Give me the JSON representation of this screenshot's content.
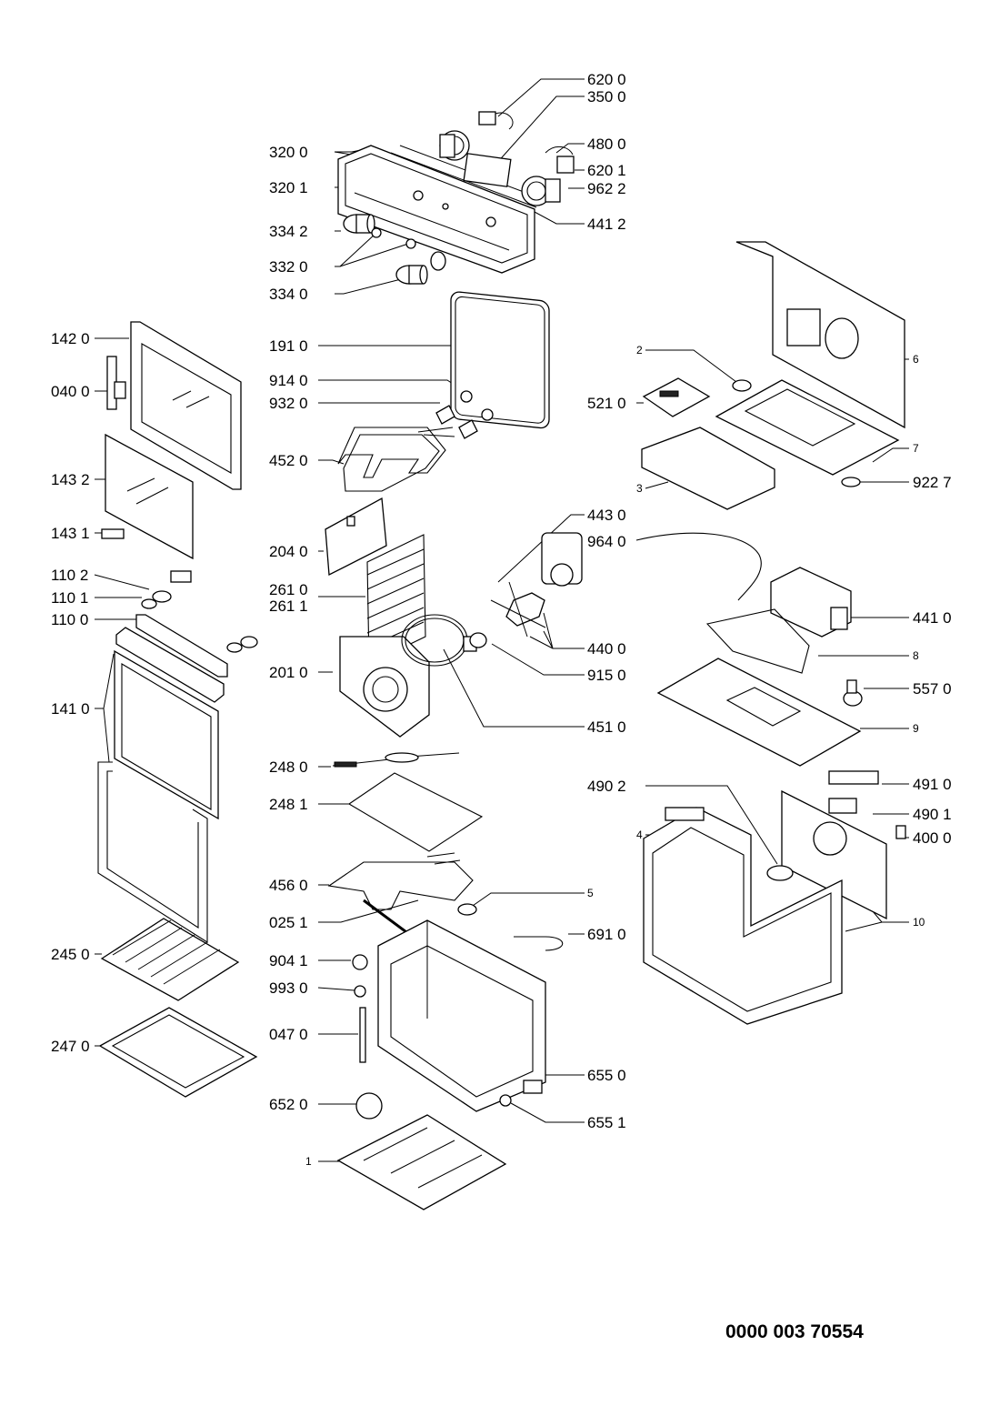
{
  "labels": {
    "l6200": "620 0",
    "l3500": "350 0",
    "l3200": "320 0",
    "l4800": "480 0",
    "l6201": "620 1",
    "l9622": "962 2",
    "l3201": "320 1",
    "l4412": "441 2",
    "l3342": "334 2",
    "l3320": "332 0",
    "l3340": "334 0",
    "l1420": "142 0",
    "l1910": "191 0",
    "l0400": "040 0",
    "l9140": "914 0",
    "l9320": "932 0",
    "l1432": "143 2",
    "l4520": "452 0",
    "l1431": "143 1",
    "l2040": "204 0",
    "l1102": "110 2",
    "l1101": "110 1",
    "l1100": "110 0",
    "l2610": "261 0",
    "l2611": "261 1",
    "l1410": "141 0",
    "l2010": "201 0",
    "l2480": "248 0",
    "l2481": "248 1",
    "l4560": "456 0",
    "l0251": "025 1",
    "l2450": "245 0",
    "l9041": "904 1",
    "l9930": "993 0",
    "l0470": "047 0",
    "l2470": "247 0",
    "l6520": "652 0",
    "l1": "1",
    "l2": "2",
    "l3": "3",
    "l4": "4",
    "l5": "5",
    "l6": "6",
    "l7": "7",
    "l8": "8",
    "l9": "9",
    "l10": "10",
    "l5210": "521 0",
    "l9227": "922 7",
    "l4430": "443 0",
    "l9640": "964 0",
    "l4410": "441 0",
    "l4400": "440 0",
    "l9150": "915 0",
    "l5570": "557 0",
    "l4510": "451 0",
    "l4910": "491 0",
    "l4902": "490 2",
    "l4901": "490 1",
    "l4000": "400 0",
    "l6910": "691 0",
    "l6550": "655 0",
    "l6551": "655 1"
  },
  "document_number": "0000 003 70554"
}
